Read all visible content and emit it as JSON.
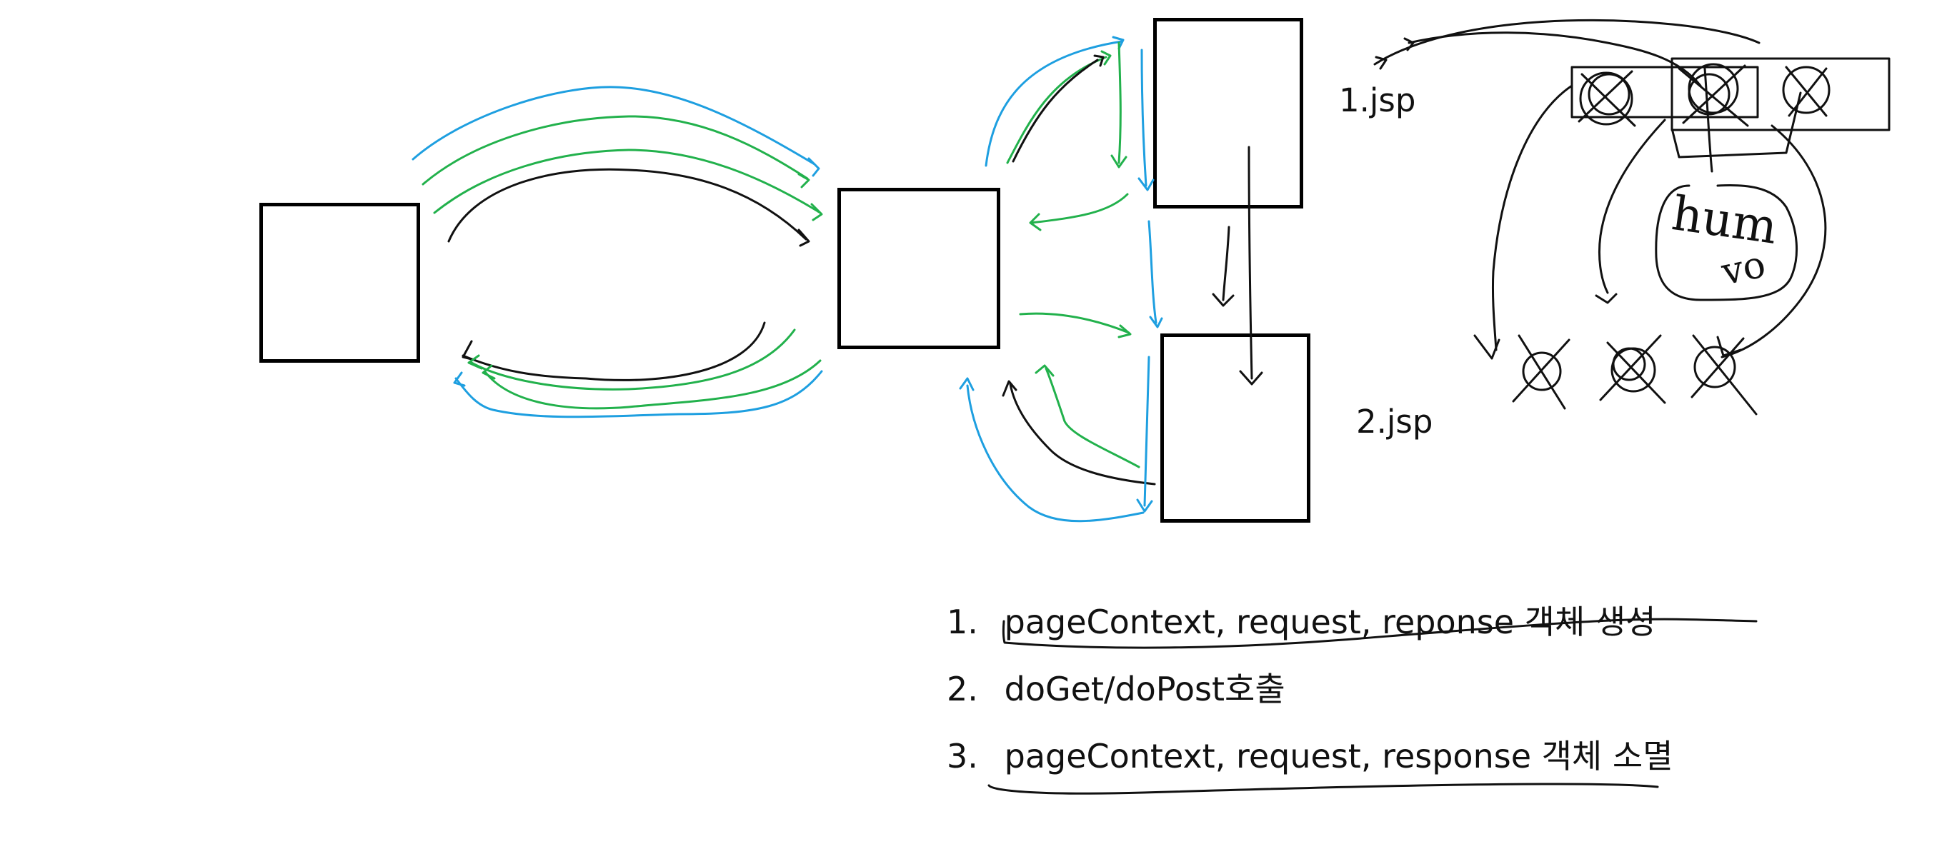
{
  "diagram": {
    "labels": {
      "first_jsp": "1.jsp",
      "second_jsp": "2.jsp"
    },
    "steps": [
      {
        "number": "1.",
        "text": "pageContext, request, reponse 객체 생성"
      },
      {
        "number": "2.",
        "text": "doGet/doPost호출"
      },
      {
        "number": "3.",
        "text": "pageContext, request, response 객체 소멸"
      }
    ],
    "memo": {
      "line1": "hum",
      "line2": "vo"
    }
  },
  "colors": {
    "outline": "#000000",
    "blue_stroke": "#1e9fe0",
    "green_stroke": "#22b14c",
    "black_stroke": "#111111"
  }
}
